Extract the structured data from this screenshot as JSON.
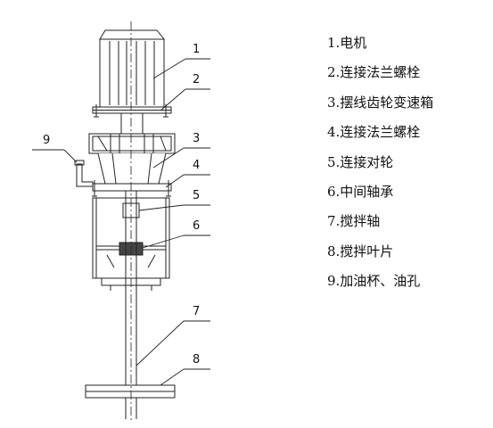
{
  "callouts": {
    "c1": "1",
    "c2": "2",
    "c3": "3",
    "c4": "4",
    "c5": "5",
    "c6": "6",
    "c7": "7",
    "c8": "8",
    "c9": "9"
  },
  "legend": [
    "1.电机",
    "2.连接法兰螺栓",
    "3.摆线齿轮变速箱",
    "4.连接法兰螺栓",
    "5.连接对轮",
    "6.中间轴承",
    "7.搅拌轴",
    "8.搅拌叶片",
    "9.加油杯、油孔"
  ],
  "colors": {
    "line": "#222222",
    "background": "#ffffff"
  }
}
